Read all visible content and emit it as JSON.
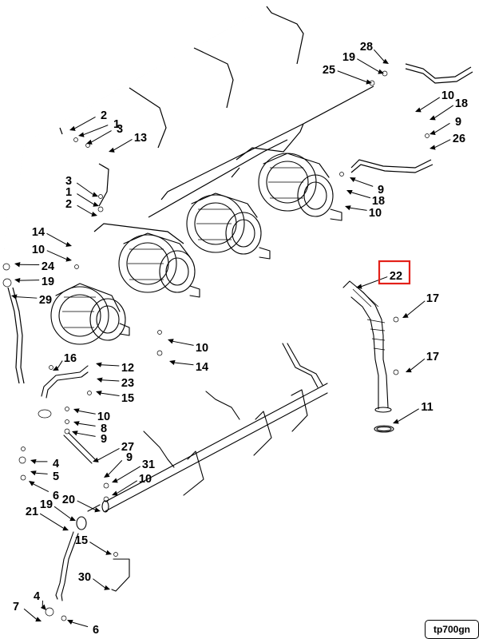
{
  "figure_ref": "tp700gn",
  "highlight_color": "#e32119",
  "highlighted_callout": "22",
  "callouts": [
    "28",
    "19",
    "25",
    "10",
    "18",
    "9",
    "26",
    "2",
    "1",
    "3",
    "13",
    "3",
    "1",
    "2",
    "9",
    "18",
    "10",
    "14",
    "10",
    "24",
    "19",
    "29",
    "22",
    "17",
    "17",
    "11",
    "10",
    "14",
    "16",
    "12",
    "23",
    "15",
    "10",
    "8",
    "9",
    "27",
    "9",
    "31",
    "10",
    "4",
    "5",
    "6",
    "21",
    "19",
    "20",
    "15",
    "30",
    "4",
    "7",
    "6"
  ]
}
